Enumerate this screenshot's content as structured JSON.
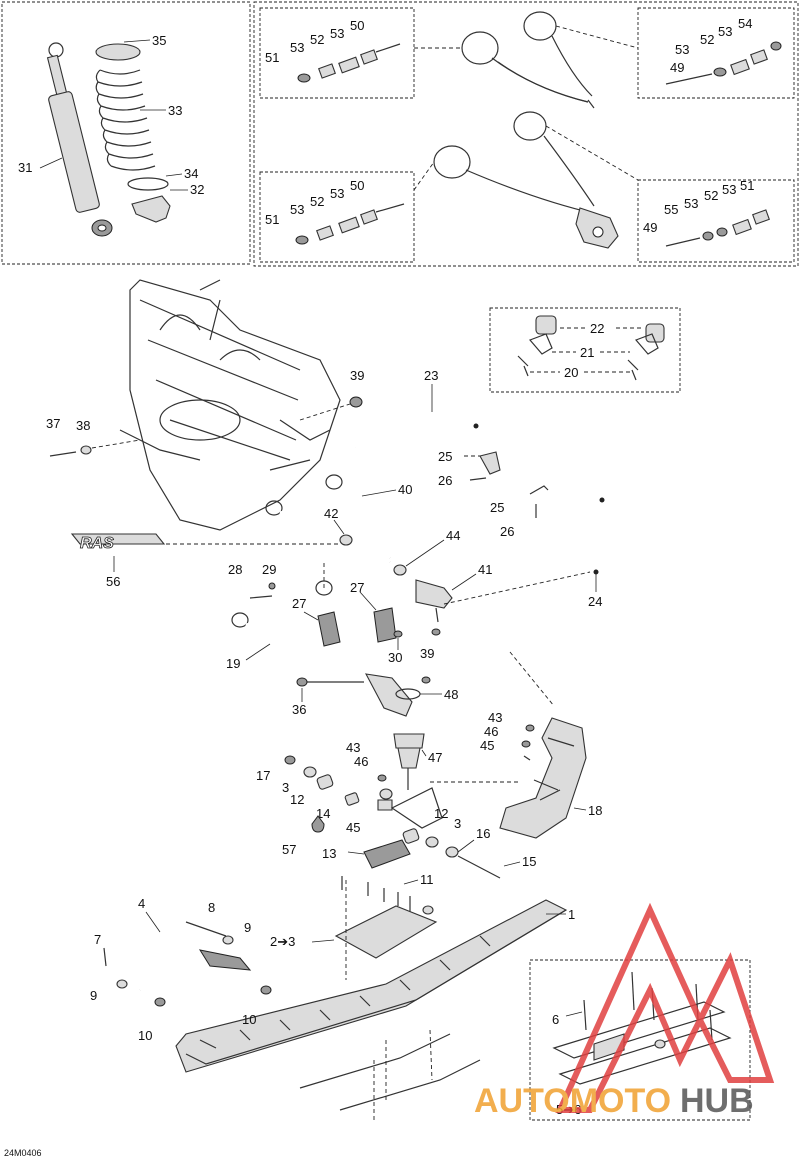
{
  "drawing_code": "24M0406",
  "watermark": {
    "word_a": "AUTOMOTO",
    "word_b": "HUB",
    "color_a": "#f0a030",
    "color_b": "#555555",
    "triangle_color": "#e04040"
  },
  "callouts": {
    "c1": "1",
    "c2to3": "2➔3",
    "c4": "4",
    "c5to6": "5➔6",
    "c6": "6",
    "c7": "7",
    "c8": "8",
    "c9a": "9",
    "c9b": "9",
    "c10a": "10",
    "c10b": "10",
    "c11": "11",
    "c12a": "12",
    "c12b": "12",
    "c13": "13",
    "c14": "14",
    "c15": "15",
    "c16": "16",
    "c17": "17",
    "c18": "18",
    "c19": "19",
    "c20": "20",
    "c21": "21",
    "c22": "22",
    "c23": "23",
    "c24": "24",
    "c25a": "25",
    "c25b": "25",
    "c26a": "26",
    "c26b": "26",
    "c27a": "27",
    "c27b": "27",
    "c28": "28",
    "c29": "29",
    "c30": "30",
    "c31": "31",
    "c32": "32",
    "c33": "33",
    "c34": "34",
    "c35": "35",
    "c36": "36",
    "c37": "37",
    "c38": "38",
    "c39a": "39",
    "c39b": "39",
    "c40": "40",
    "c41": "41",
    "c42": "42",
    "c43a": "43",
    "c43b": "43",
    "c44": "44",
    "c45a": "45",
    "c45b": "45",
    "c46a": "46",
    "c46b": "46",
    "c47": "47",
    "c48": "48",
    "c56": "56",
    "c57": "57",
    "c3a": "3",
    "c3b": "3"
  },
  "detail_top_left": {
    "c51": "51",
    "c53a": "53",
    "c52": "52",
    "c53b": "53",
    "c50": "50"
  },
  "detail_top_right": {
    "c49": "49",
    "c53a": "53",
    "c52": "52",
    "c53b": "53",
    "c54": "54"
  },
  "detail_bottom_left": {
    "c51": "51",
    "c53a": "53",
    "c52": "52",
    "c53b": "53",
    "c50": "50"
  },
  "detail_bottom_right": {
    "c49": "49",
    "c55": "55",
    "c53a": "53",
    "c52": "52",
    "c53b": "53",
    "c51": "51"
  },
  "logo_text": "RAS"
}
